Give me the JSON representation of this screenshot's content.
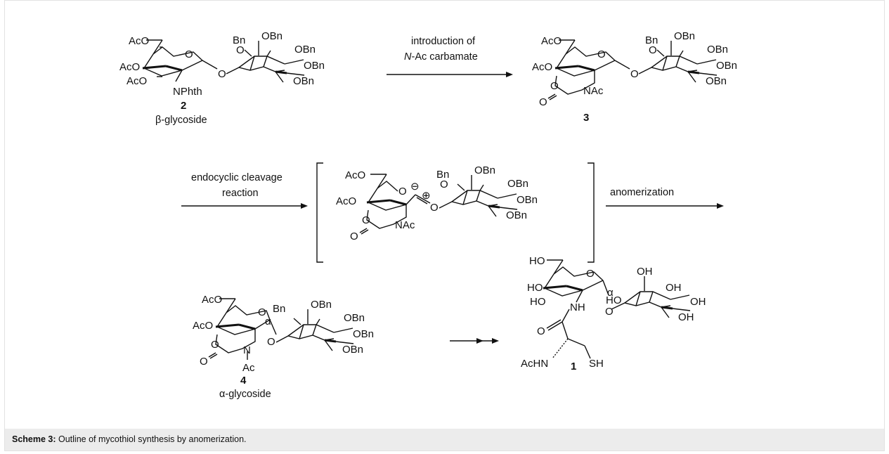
{
  "scheme": {
    "compound_2": {
      "number": "2",
      "descriptor": "β-glycoside",
      "groups": [
        "AcO",
        "AcO",
        "AcO",
        "NPhth",
        "O",
        "O",
        "Bn",
        "OBn",
        "OBn",
        "OBn",
        "OBn",
        "O"
      ]
    },
    "compound_3": {
      "number": "3",
      "groups": [
        "AcO",
        "AcO",
        "O",
        "O",
        "NAc",
        "O",
        "O",
        "Bn",
        "OBn",
        "OBn",
        "OBn",
        "OBn",
        "O"
      ]
    },
    "intermediate": {
      "groups": [
        "AcO",
        "AcO",
        "O",
        "O",
        "NAc",
        "O",
        "O",
        "Bn",
        "OBn",
        "OBn",
        "OBn",
        "OBn",
        "O"
      ],
      "charges": [
        "⊖",
        "⊕"
      ]
    },
    "compound_4": {
      "number": "4",
      "descriptor": "α-glycoside",
      "groups": [
        "AcO",
        "AcO",
        "O",
        "O",
        "α",
        "N",
        "O",
        "Ac",
        "O",
        "Bn",
        "OBn",
        "OBn",
        "OBn",
        "OBn"
      ]
    },
    "compound_1": {
      "number": "1",
      "groups": [
        "HO",
        "HO",
        "HO",
        "O",
        "α",
        "NH",
        "O",
        "O",
        "OH",
        "HO",
        "OH",
        "OH",
        "OH",
        "AcHN",
        "SH"
      ]
    },
    "arrows": {
      "step1_line1": "introduction of",
      "step1_line2_italic": "N",
      "step1_line2_rest": "-Ac carbamate",
      "step2_line1": "endocyclic cleavage",
      "step2_line2": "reaction",
      "step3": "anomerization"
    }
  },
  "caption": {
    "label": "Scheme 3:",
    "text": " Outline of mycothiol synthesis by anomerization."
  }
}
